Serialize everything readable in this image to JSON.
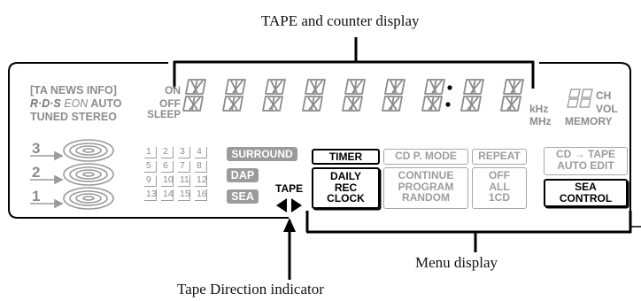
{
  "callouts": {
    "top": "TAPE and counter display",
    "menu": "Menu display",
    "bottom": "Tape Direction indicator"
  },
  "left_panel": {
    "line1": "[TA NEWS INFO]",
    "line2_rds": "R·D·S",
    "line2_eon": "EON",
    "line2_auto": "AUTO",
    "line3": "TUNED STEREO",
    "on": "ON",
    "off": "OFF",
    "sleep": "SLEEP"
  },
  "disc_labels": [
    "3",
    "2",
    "1"
  ],
  "units": {
    "khz": "kHz",
    "mhz": "MHz"
  },
  "right_panel": {
    "ch": "CH",
    "vol": "VOL",
    "memory": "MEMORY"
  },
  "preset_numbers": [
    "1",
    "2",
    "3",
    "4",
    "5",
    "6",
    "7",
    "8",
    "9",
    "10",
    "11",
    "12",
    "13",
    "14",
    "15",
    "16"
  ],
  "modes": {
    "surround": "SURROUND",
    "dap": "DAP",
    "sea": "SEA"
  },
  "tape": {
    "label": "TAPE"
  },
  "menu_boxes": {
    "timer": "TIMER",
    "daily": [
      "DAILY",
      "REC",
      "CLOCK"
    ],
    "cd_p_mode": "CD P. MODE",
    "continue": [
      "CONTINUE",
      "PROGRAM",
      "RANDOM"
    ],
    "repeat": "REPEAT",
    "repeat_opts": [
      "OFF",
      "ALL",
      "1CD"
    ],
    "cd_tape": [
      "CD → TAPE",
      "AUTO EDIT"
    ],
    "sea_control": [
      "SEA",
      "CONTROL"
    ]
  }
}
